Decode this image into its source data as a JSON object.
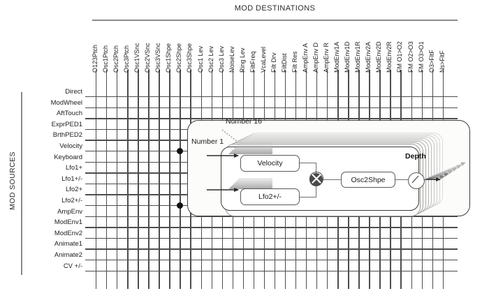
{
  "headers": {
    "destinations": "MOD DESTINATIONS",
    "sources": "MOD SOURCES"
  },
  "matrix": {
    "destinations": [
      "O123Ptch",
      "Osc1Ptch",
      "Osc2Ptch",
      "Osc3Ptch",
      "Osc1VSnc",
      "Osc2VSnc",
      "Osc3VSnc",
      "Osc1Shpe",
      "Osc2Shpe",
      "Osc3Shpe",
      "Osc1 Lev",
      "Osc2 Lev",
      "Osc3 Lev",
      "NoiseLev",
      "Ring Lev",
      "FiltFreq",
      "VcaLevel",
      "Filt Drv",
      "FiltDist",
      "Filt Res",
      "AmpEnv A",
      "AmpEnv D",
      "AmpEnv R",
      "ModEnv1A",
      "ModEnv1D",
      "ModEnv1R",
      "ModEnv2A",
      "ModEnv2D",
      "ModEnv2R",
      "FM O1>O2",
      "FM O2>O3",
      "FM O3>O1",
      "O3>FltF",
      "Ns>FltF"
    ],
    "sources": [
      "Direct",
      "ModWheel",
      "AftTouch",
      "ExprPED1",
      "BrthPED2",
      "Velocity",
      "Keyboard",
      "Lfo1+",
      "Lfo1+/-",
      "Lfo2+",
      "Lfo2+/-",
      "AmpEnv",
      "ModEnv1",
      "ModEnv2",
      "Animate1",
      "Animate2",
      "CV +/-"
    ],
    "connections": [
      {
        "source": "Velocity",
        "destination": "Osc2Shpe"
      },
      {
        "source": "Lfo2+/-",
        "destination": "Osc2Shpe"
      }
    ]
  },
  "callout": {
    "first_slot_label": "Number 1",
    "last_slot_label": "Number 16",
    "slot_count": 16,
    "source_a": "Velocity",
    "source_b": "Lfo2+/-",
    "operator": "multiply",
    "destination": "Osc2Shpe",
    "depth_label": "Depth"
  },
  "colors": {
    "grid_line": "#4d4d4d",
    "rule": "#8a8a8a",
    "dot": "#111111",
    "callout_border": "#3d3d3d",
    "node_border": "#5a5a5a",
    "multiply_fill": "#4a4a4a",
    "text": "#1a1a1a"
  }
}
